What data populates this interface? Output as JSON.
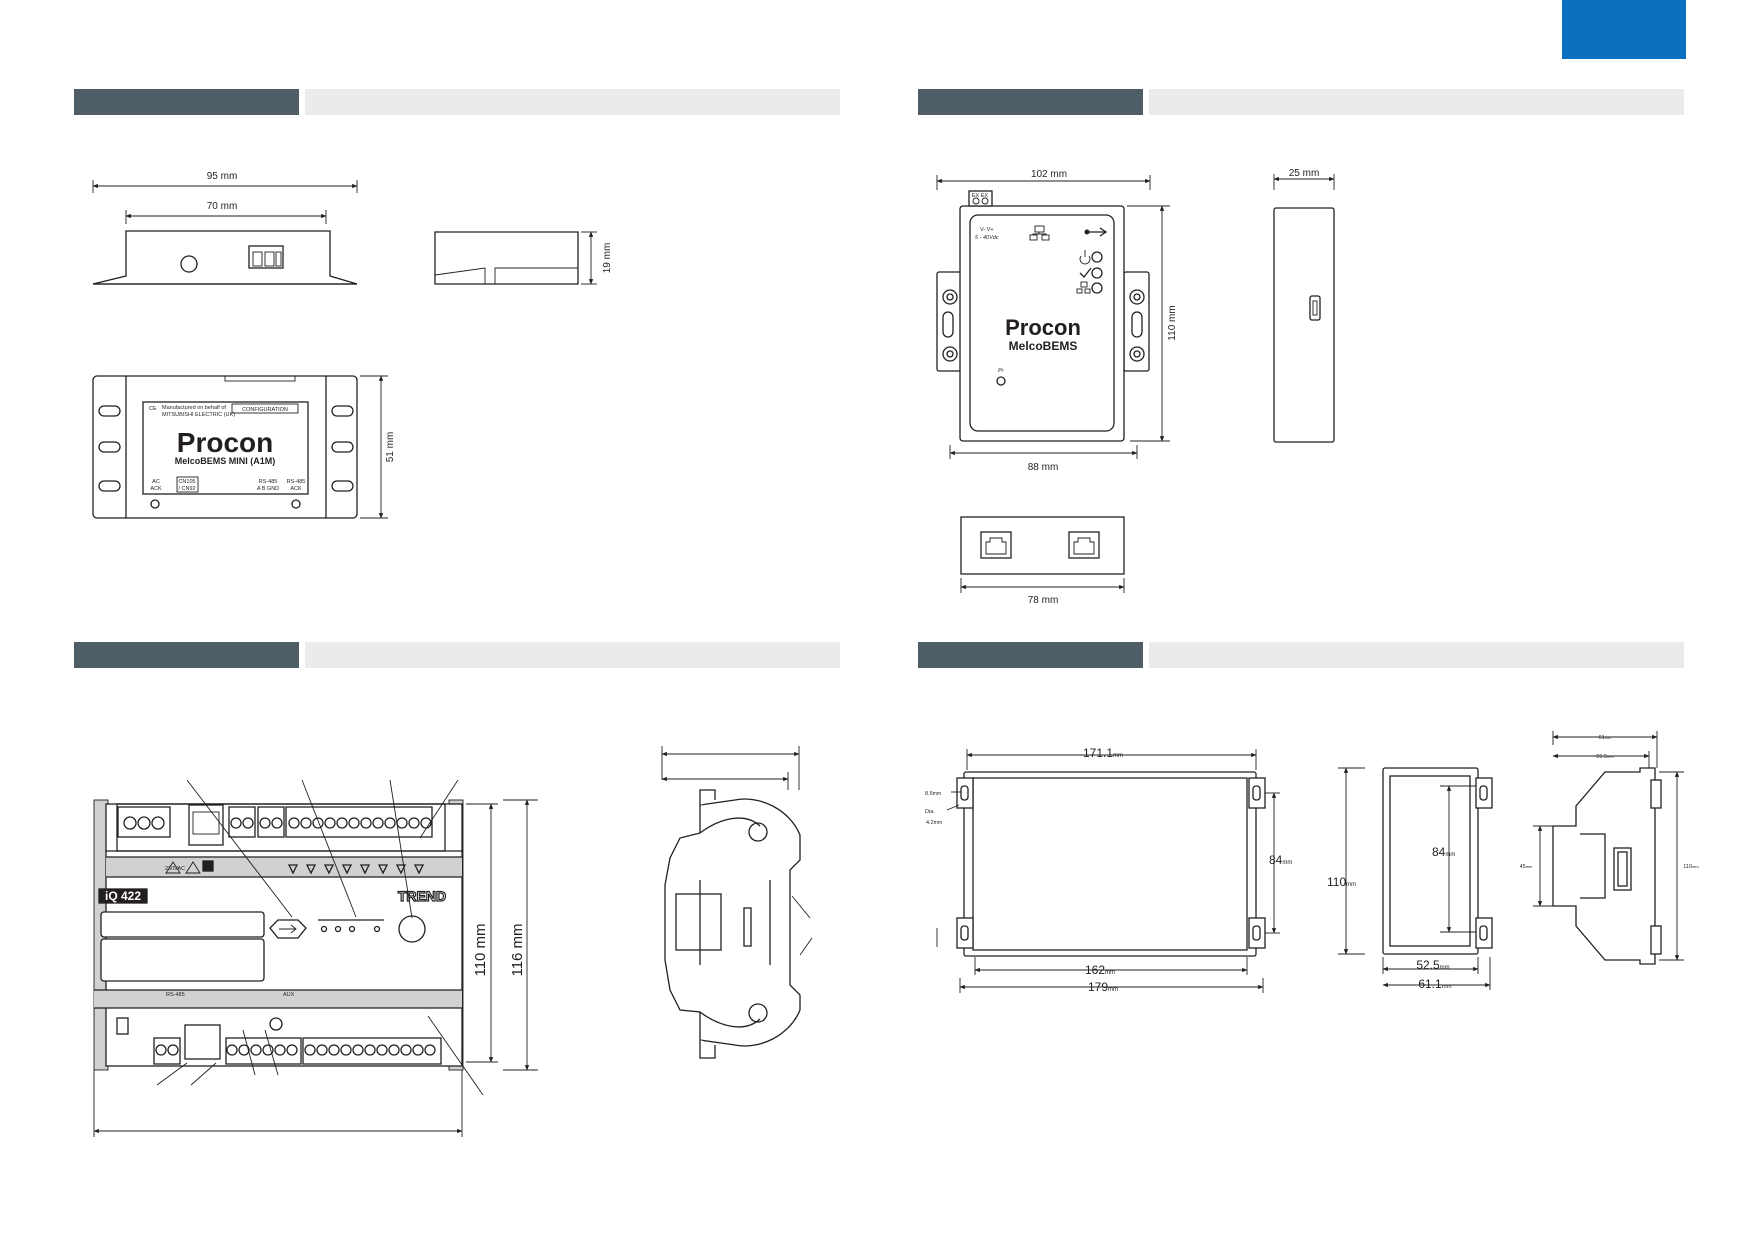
{
  "mini": {
    "dim_95": "95 mm",
    "dim_70": "70 mm",
    "dim_19": "19 mm",
    "dim_51": "51 mm",
    "label_mfg": "Manufactured on behalf of",
    "label_mitsu": "MITSUBISHI ELECTRIC (UK)",
    "label_config": "CONFIGURATION",
    "brand": "Procon",
    "model": "MelcoBEMS MINI (A1M)",
    "lbl_ac": "AC",
    "lbl_ack": "ACK",
    "lbl_cn105": "CN105",
    "lbl_cn92": "/ CN92",
    "lbl_rs485": "RS-485",
    "lbl_abgnd": "A  B  GND",
    "lbl_rs485b": "RS-485",
    "lbl_ack2": "ACK",
    "lbl_ce": "CE"
  },
  "melco": {
    "dim_102": "102 mm",
    "dim_25": "25 mm",
    "dim_110": "110 mm",
    "dim_88": "88 mm",
    "dim_78": "78 mm",
    "power": "5 - 40Vdc",
    "vlabel": "V-    V+",
    "brand": "Procon",
    "model": "MelcoBEMS",
    "pr": "Pr"
  },
  "iq": {
    "model": "iQ 422",
    "logo": "TREND",
    "dim_110": "110 mm",
    "dim_116": "116 mm",
    "volt": "230VAC",
    "rs485": "RS-485",
    "aux": "AUX"
  },
  "big": {
    "dim_171": "171.1",
    "dim_86": "8.6",
    "dia": "Dia.",
    "dim_42": "4.2",
    "dim_84a": "84",
    "dim_162": "162",
    "dim_179": "179",
    "dim_110": "110",
    "dim_84b": "84",
    "dim_525": "52.5",
    "dim_611": "61.1",
    "dim_61": "61",
    "dim_555": "55.5",
    "dim_45": "45",
    "dim_110b": "110",
    "unit_mm": "mm"
  }
}
